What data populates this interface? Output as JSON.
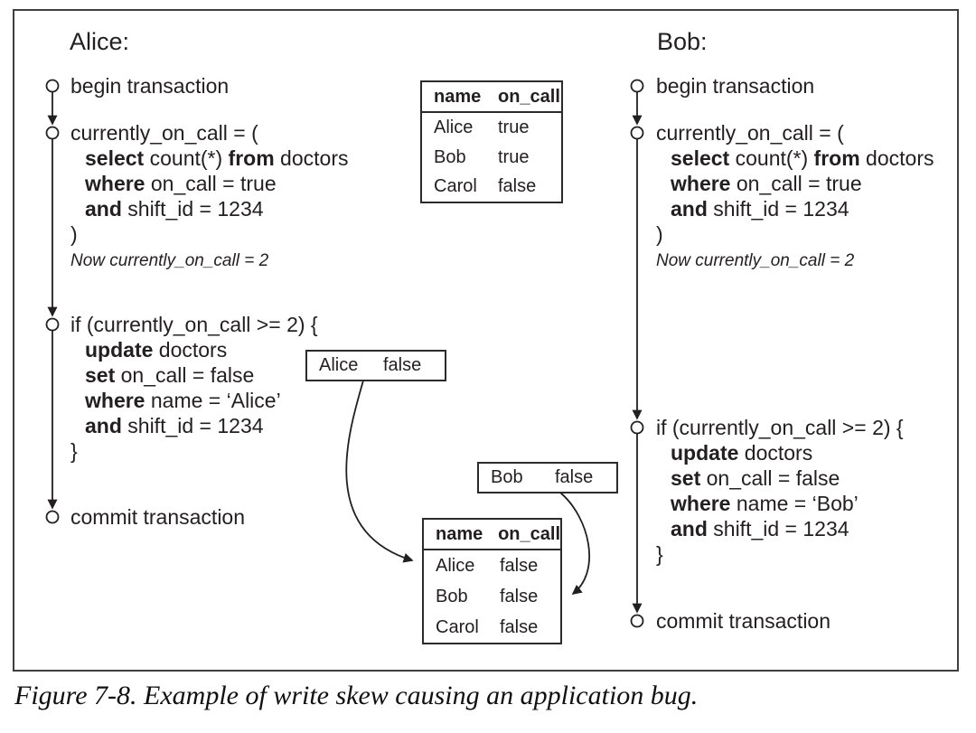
{
  "caption": "Figure 7-8. Example of write skew causing an application bug.",
  "colors": {
    "ink": "#231f20",
    "frame_border": "#3f3f3f",
    "table_border": "#2b2b2b",
    "background": "#ffffff"
  },
  "alice": {
    "title": "Alice:",
    "begin_label": "begin transaction",
    "commit_label": "commit transaction",
    "note": "Now currently_on_call = 2",
    "query_lines": [
      [
        {
          "t": "currently_on_call = ("
        }
      ],
      [
        {
          "t": "select",
          "b": true
        },
        {
          "t": " count(*) "
        },
        {
          "t": "from",
          "b": true
        },
        {
          "t": " doctors"
        }
      ],
      [
        {
          "t": "where",
          "b": true
        },
        {
          "t": " on_call = true"
        }
      ],
      [
        {
          "t": "and",
          "b": true
        },
        {
          "t": " shift_id = 1234"
        }
      ],
      [
        {
          "t": ")"
        }
      ]
    ],
    "if_lines": [
      [
        {
          "t": "if (currently_on_call >= 2) {"
        }
      ],
      [
        {
          "t": "update",
          "b": true
        },
        {
          "t": " doctors"
        }
      ],
      [
        {
          "t": "set",
          "b": true
        },
        {
          "t": " on_call = false"
        }
      ],
      [
        {
          "t": "where",
          "b": true
        },
        {
          "t": " name = ‘Alice’"
        }
      ],
      [
        {
          "t": "and",
          "b": true
        },
        {
          "t": " shift_id = 1234"
        }
      ],
      [
        {
          "t": "}"
        }
      ]
    ]
  },
  "bob": {
    "title": "Bob:",
    "begin_label": "begin transaction",
    "commit_label": "commit transaction",
    "note": "Now currently_on_call = 2",
    "query_lines": [
      [
        {
          "t": "currently_on_call = ("
        }
      ],
      [
        {
          "t": "select",
          "b": true
        },
        {
          "t": " count(*) "
        },
        {
          "t": "from",
          "b": true
        },
        {
          "t": " doctors"
        }
      ],
      [
        {
          "t": "where",
          "b": true
        },
        {
          "t": " on_call = true"
        }
      ],
      [
        {
          "t": "and",
          "b": true
        },
        {
          "t": " shift_id = 1234"
        }
      ],
      [
        {
          "t": ")"
        }
      ]
    ],
    "if_lines": [
      [
        {
          "t": "if (currently_on_call >= 2) {"
        }
      ],
      [
        {
          "t": "update",
          "b": true
        },
        {
          "t": " doctors"
        }
      ],
      [
        {
          "t": "set",
          "b": true
        },
        {
          "t": " on_call = false"
        }
      ],
      [
        {
          "t": "where",
          "b": true
        },
        {
          "t": " name = ‘Bob’"
        }
      ],
      [
        {
          "t": "and",
          "b": true
        },
        {
          "t": " shift_id = 1234"
        }
      ],
      [
        {
          "t": "}"
        }
      ]
    ]
  },
  "tables": {
    "initial": {
      "headers": [
        "name",
        "on_call"
      ],
      "rows": [
        [
          "Alice",
          "true"
        ],
        [
          "Bob",
          "true"
        ],
        [
          "Carol",
          "false"
        ]
      ]
    },
    "final": {
      "headers": [
        "name",
        "on_call"
      ],
      "rows": [
        [
          "Alice",
          "false"
        ],
        [
          "Bob",
          "false"
        ],
        [
          "Carol",
          "false"
        ]
      ]
    }
  },
  "updates": {
    "alice": {
      "name": "Alice",
      "value": "false"
    },
    "bob": {
      "name": "Bob",
      "value": "false"
    }
  }
}
